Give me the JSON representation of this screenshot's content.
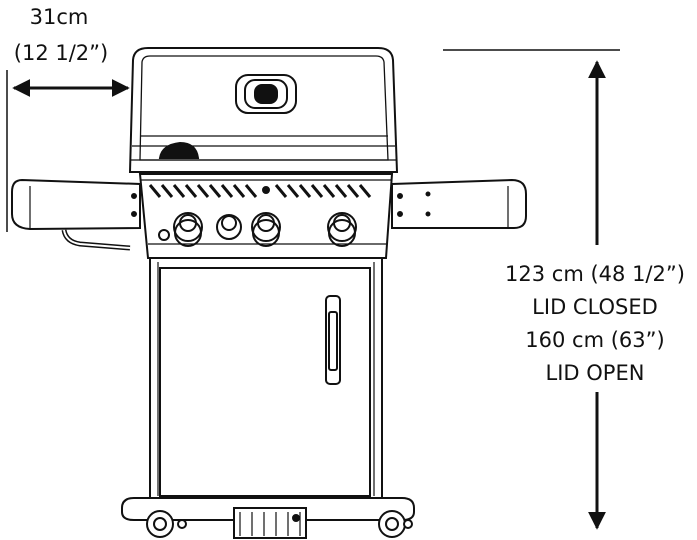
{
  "width_dimension": {
    "value": "31cm",
    "imperial": "(12 1/2”)"
  },
  "height_dimension": {
    "closed": "123 cm (48 1/2”)",
    "closed_label": "LID CLOSED",
    "open": "160 cm (63”)",
    "open_label": "LID OPEN"
  },
  "colors": {
    "line": "#111111",
    "background": "#ffffff"
  }
}
